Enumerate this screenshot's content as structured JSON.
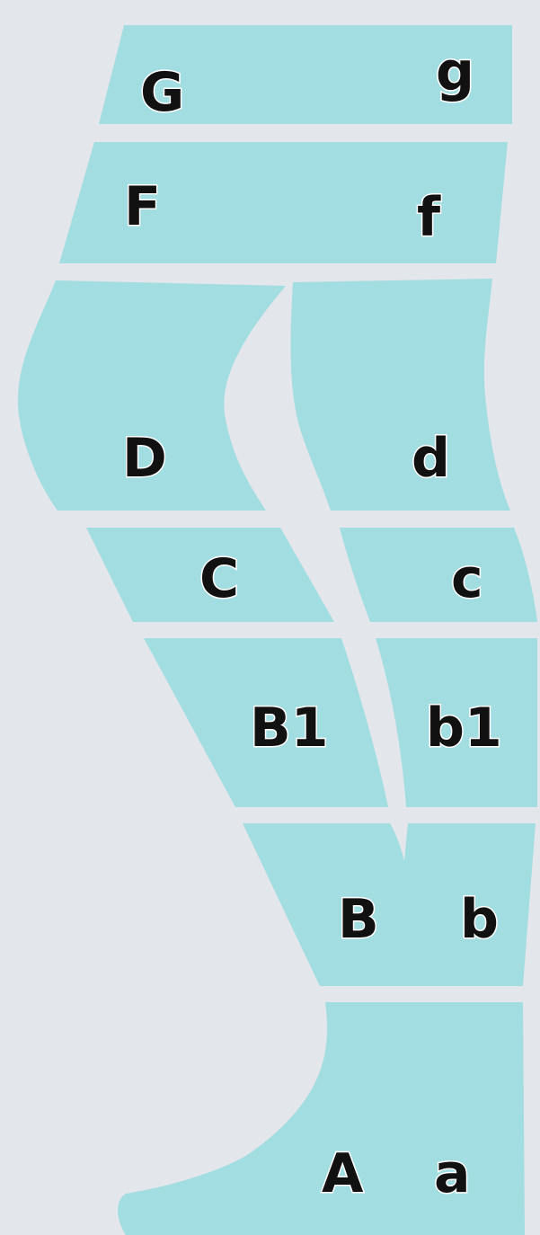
{
  "colors": {
    "background": "#e3e6ea",
    "segment_fill": "#a2dde2",
    "label_text": "#111111"
  },
  "segments": {
    "G": {
      "left": "G",
      "right": "g"
    },
    "F": {
      "left": "F",
      "right": "f"
    },
    "D": {
      "left": "D",
      "right": "d"
    },
    "C": {
      "left": "C",
      "right": "c"
    },
    "B1": {
      "left": "B1",
      "right": "b1"
    },
    "B": {
      "left": "B",
      "right": "b"
    },
    "A": {
      "left": "A",
      "right": "a"
    }
  }
}
